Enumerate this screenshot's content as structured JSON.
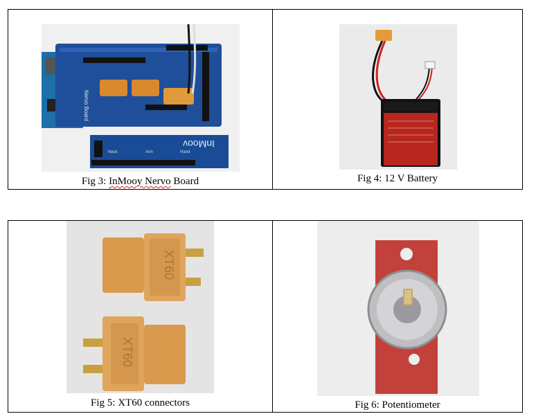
{
  "figures": [
    {
      "caption_prefix": "Fig 3: ",
      "caption_flagged": "InMooy Nervo",
      "caption_suffix": " Board",
      "image": "InMooy Nervo board photo",
      "board_text": {
        "logo": "InMoov",
        "vertical": "Nervo Board",
        "small_left": "Neck",
        "small_right": "Hand",
        "small_arm": "Arm"
      }
    },
    {
      "caption": "Fig 4: 12 V Battery",
      "image": "12 V LiPo battery photo"
    },
    {
      "caption": "Fig 5: XT60 connectors",
      "image": "XT60 connector pair photo",
      "connector_text": "XT60"
    },
    {
      "caption": "Fig 6: Potentiometer",
      "image": "potentiometer photo"
    }
  ]
}
